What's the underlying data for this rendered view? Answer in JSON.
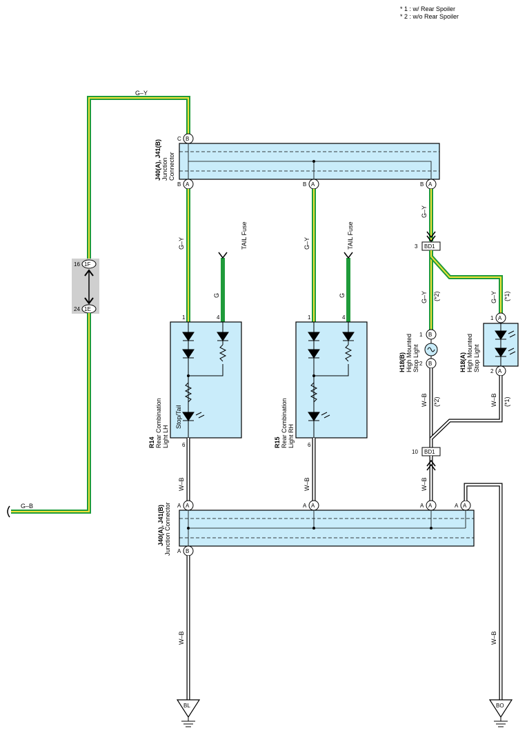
{
  "notes": [
    "* 1 : w/ Rear Spoiler",
    "* 2 : w/o Rear Spoiler"
  ],
  "wires": {
    "g_y": "G–Y",
    "g_b": "G–B",
    "g": "G",
    "w_b": "W–B",
    "tail_fuse": "TAIL Fuse"
  },
  "junction_top": {
    "name": "J40(A), J41(B)",
    "desc1": "Junction",
    "desc2": "Connector",
    "c": "C",
    "b": "B",
    "a": "A"
  },
  "junction_bottom": {
    "name": "J40(A), J41(B)",
    "desc": "Junction Connector",
    "a": "A",
    "b": "B"
  },
  "inline": {
    "pin16": "16",
    "pin24": "24",
    "c1f": "1F",
    "c1e": "1E"
  },
  "bd1": {
    "name": "BD1",
    "pin3": "3",
    "pin10": "10"
  },
  "r14": {
    "id": "R14",
    "line1": "Rear Combination",
    "line2": "Light LH",
    "inner": "Stop/Tail",
    "pin1": "1",
    "pin4": "4",
    "pin6": "6"
  },
  "r15": {
    "id": "R15",
    "line1": "Rear Combination",
    "line2": "Light RH",
    "pin1": "1",
    "pin4": "4",
    "pin6": "6"
  },
  "h18b": {
    "id": "H18(B)",
    "line1": "High Mounted",
    "line2": "Stop Light",
    "conn": "B",
    "pin1": "1",
    "pin2": "2",
    "tag": "(*2)"
  },
  "h18a": {
    "id": "H18(A)",
    "line1": "High Mounted",
    "line2": "Stop Light",
    "conn": "A",
    "pin1": "1",
    "pin2": "2",
    "tag": "(*1)"
  },
  "grounds": {
    "bl": "BL",
    "bo": "BO"
  },
  "colors": {
    "green": "#1f9b3a",
    "yellow": "#f2e23a",
    "box": "#c9ecfa",
    "inline_gray": "#cfcfcf"
  }
}
